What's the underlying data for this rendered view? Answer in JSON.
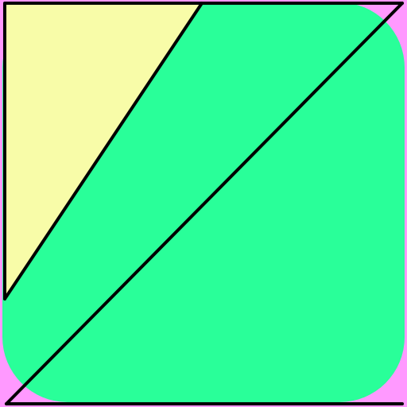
{
  "colors": {
    "background": "#ff99ff",
    "rounded_square": "#29ff99",
    "triangle": "#f8fca8",
    "stroke": "#000000"
  },
  "shapes": {
    "rounded_square": {
      "name": "rounded-green-square"
    },
    "triangle": {
      "name": "yellow-triangle"
    },
    "frame": {
      "name": "black-frame-outline"
    },
    "line1": {
      "name": "diagonal-line-upper"
    },
    "line2": {
      "name": "diagonal-line-long"
    }
  }
}
